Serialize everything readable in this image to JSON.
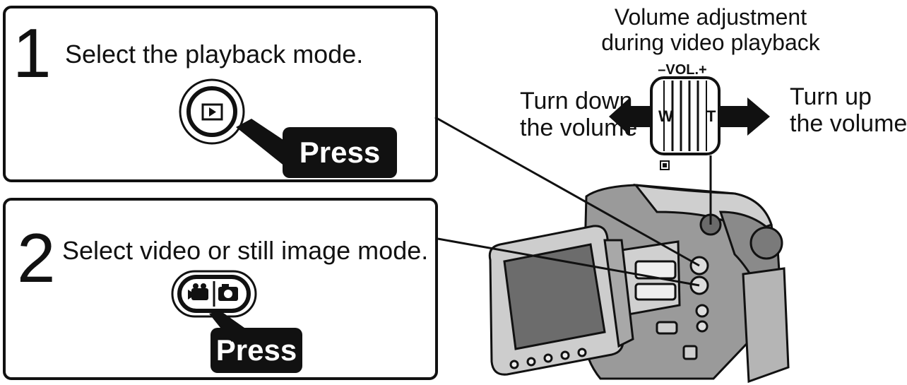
{
  "step1": {
    "number": "1",
    "text": "Select the playback mode.",
    "press": "Press"
  },
  "step2": {
    "number": "2",
    "text": "Select video or still image mode.",
    "press": "Press"
  },
  "volume": {
    "title_line1": "Volume adjustment",
    "title_line2": "during video playback",
    "vol_label": "–VOL.+",
    "w": "W",
    "t": "T",
    "down_line1": "Turn down",
    "down_line2": "the volume",
    "up_line1": "Turn up",
    "up_line2": "the volume"
  },
  "icons": [
    "play-button-icon",
    "video-camera-icon",
    "still-camera-icon",
    "camcorder-illustration",
    "arrow-left-icon",
    "arrow-right-icon"
  ]
}
